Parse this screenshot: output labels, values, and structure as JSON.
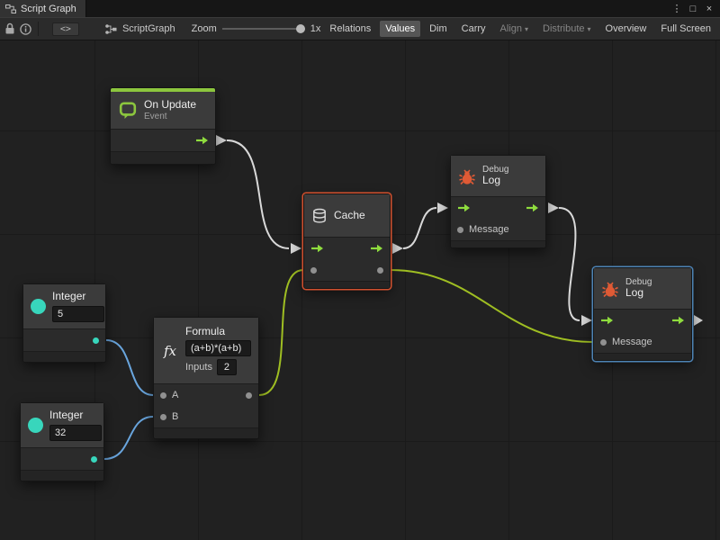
{
  "colors": {
    "exec-green": "#8fdc3e",
    "wire-white": "#d9d9d9",
    "wire-lime": "#9fbe22",
    "wire-blue": "#69a5dd",
    "teal": "#38d6bc",
    "bug-red": "#df5a35",
    "sel-orange": "#d2512f",
    "sel-blue": "#4d83b4",
    "event-accent": "#8cc63e"
  },
  "titlebar": {
    "tab_label": "Script Graph",
    "menu_glyph": "⋮",
    "maximize_glyph": "□",
    "close_glyph": "×"
  },
  "toolbar": {
    "code_icon": "<>",
    "graph_name": "ScriptGraph",
    "zoom_label": "Zoom",
    "zoom_value": "1x",
    "caret": "▾",
    "buttons": [
      {
        "label": "Relations",
        "state": "normal"
      },
      {
        "label": "Values",
        "state": "active"
      },
      {
        "label": "Dim",
        "state": "normal"
      },
      {
        "label": "Carry",
        "state": "normal"
      },
      {
        "label": "Align",
        "state": "disabled"
      },
      {
        "label": "Distribute",
        "state": "disabled"
      },
      {
        "label": "Overview",
        "state": "normal"
      },
      {
        "label": "Full Screen",
        "state": "normal"
      }
    ]
  },
  "nodes": {
    "on_update": {
      "title": "On Update",
      "subtitle": "Event"
    },
    "cache": {
      "title": "Cache",
      "selected": "orange"
    },
    "debug_top": {
      "title": "Debug",
      "subtitle": "Log",
      "message_port": "Message"
    },
    "debug_right": {
      "title": "Debug",
      "subtitle": "Log",
      "message_port": "Message",
      "selected": "blue"
    },
    "integer_top": {
      "title": "Integer",
      "value": "5"
    },
    "integer_bottom": {
      "title": "Integer",
      "value": "32"
    },
    "formula": {
      "title": "Formula",
      "icon_text": "fx",
      "expression": "(a+b)*(a+b)",
      "inputs_label": "Inputs",
      "inputs_value": "2",
      "input_a": "A",
      "input_b": "B"
    }
  }
}
